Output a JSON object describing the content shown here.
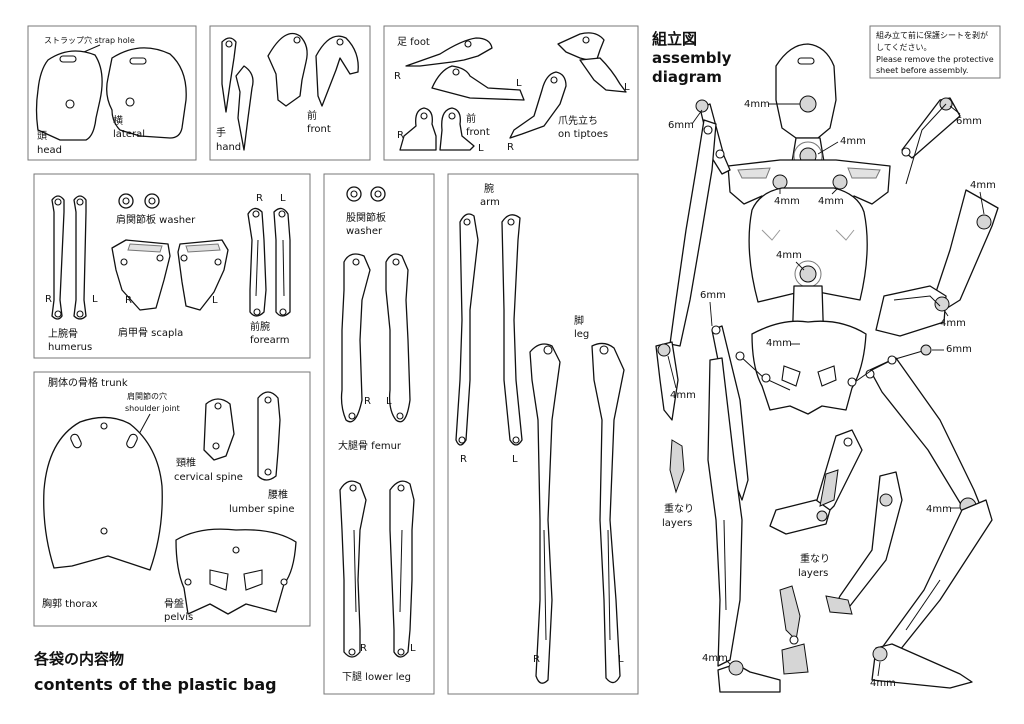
{
  "title_contents": {
    "ja": "各袋の内容物",
    "en": "contents of the plastic bag"
  },
  "assembly_title": {
    "ja": "組立図",
    "en1": "assembly",
    "en2": "diagram"
  },
  "note": {
    "ja1": "組み立て前に保護シートを剥が",
    "ja2": "してください。",
    "en1": "Please remove the protective",
    "en2": "sheet before assembly."
  },
  "parts": {
    "strap_hole": "ストラップ穴 strap hole",
    "head_ja": "頭",
    "head_en": "head",
    "lateral_ja": "横",
    "lateral_en": "lateral",
    "hand_ja": "手",
    "hand_en": "hand",
    "front_ja": "前",
    "front_en": "front",
    "foot": "足 foot",
    "tiptoe_ja": "爪先立ち",
    "tiptoe_en": "on tiptoes",
    "washer_sh": "肩関節板 washer",
    "humerus_ja": "上腕骨",
    "humerus_en": "humerus",
    "scapula": "肩甲骨 scapla",
    "forearm_ja": "前腕",
    "forearm_en": "forearm",
    "hip_washer_ja": "股関節板",
    "hip_washer_en": "washer",
    "femur": "大腿骨 femur",
    "lower_leg": "下腿 lower leg",
    "arm_ja": "腕",
    "arm_en": "arm",
    "leg_ja": "脚",
    "leg_en": "leg",
    "trunk": "胴体の骨格 trunk",
    "shoulder_joint_ja": "肩関節の穴",
    "shoulder_joint_en": "shoulder joint",
    "cervical_ja": "頸椎",
    "cervical_en": "cervical spine",
    "lumbar_ja": "腰椎",
    "lumbar_en": "lumber spine",
    "thorax": "胸郭 thorax",
    "pelvis_ja": "骨盤",
    "pelvis_en": "pelvis"
  },
  "side": {
    "r": "R",
    "l": "L"
  },
  "dims": {
    "d4": "4mm",
    "d6": "6mm"
  },
  "layers": {
    "ja": "重なり",
    "en": "layers"
  }
}
